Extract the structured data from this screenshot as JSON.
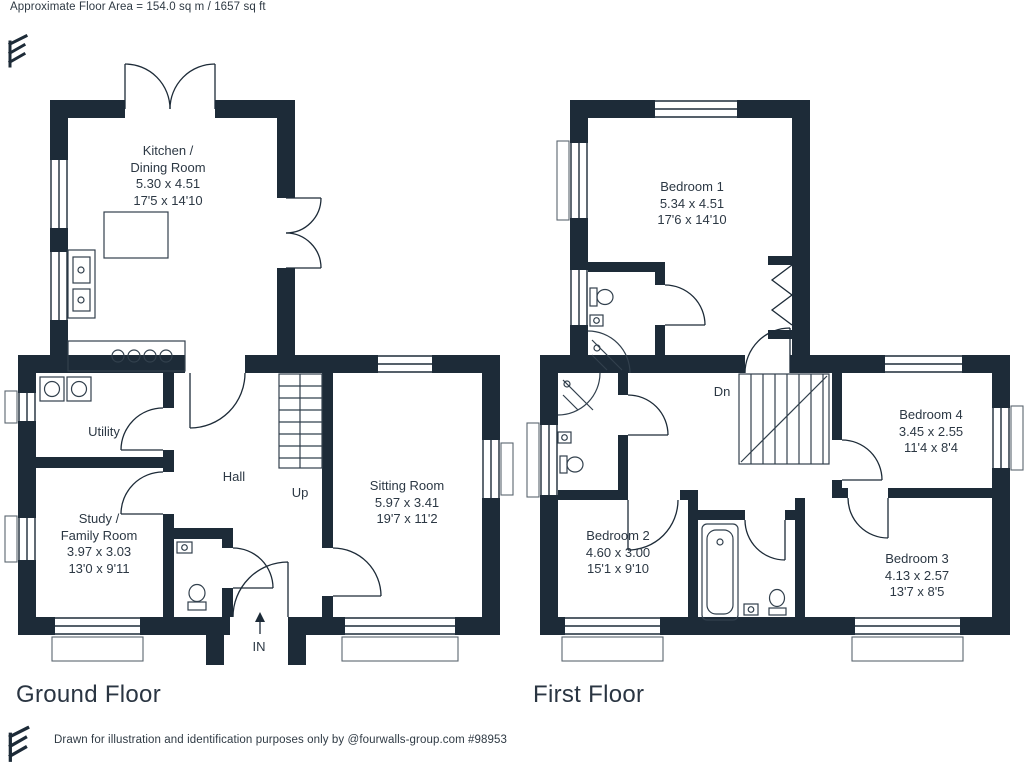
{
  "header": {
    "floor_area": "Approximate Floor Area = 154.0 sq m / 1657 sq ft"
  },
  "ground_floor": {
    "title": "Ground Floor",
    "rooms": {
      "kitchen": {
        "lines": [
          "Kitchen /",
          "Dining Room",
          "5.30 x 4.51",
          "17'5 x 14'10"
        ]
      },
      "utility": {
        "lines": [
          "Utility"
        ]
      },
      "hall": {
        "lines": [
          "Hall"
        ]
      },
      "study": {
        "lines": [
          "Study /",
          "Family Room",
          "3.97 x 3.03",
          "13'0 x 9'11"
        ]
      },
      "sitting": {
        "lines": [
          "Sitting Room",
          "5.97 x 3.41",
          "19'7 x 11'2"
        ]
      }
    },
    "stairs": "Up",
    "entrance": "IN"
  },
  "first_floor": {
    "title": "First Floor",
    "rooms": {
      "bedroom1": {
        "lines": [
          "Bedroom 1",
          "5.34 x 4.51",
          "17'6 x 14'10"
        ]
      },
      "bedroom2": {
        "lines": [
          "Bedroom 2",
          "4.60 x 3.00",
          "15'1 x 9'10"
        ]
      },
      "bedroom3": {
        "lines": [
          "Bedroom 3",
          "4.13 x 2.57",
          "13'7 x 8'5"
        ]
      },
      "bedroom4": {
        "lines": [
          "Bedroom 4",
          "3.45 x 2.55",
          "11'4 x 8'4"
        ]
      }
    },
    "stairs": "Dn"
  },
  "footer": {
    "disclaimer": "Drawn for illustration and identification purposes only by @fourwalls-group.com #98953"
  },
  "colors": {
    "wall": "#1d2b38",
    "ink": "#2c3844"
  }
}
